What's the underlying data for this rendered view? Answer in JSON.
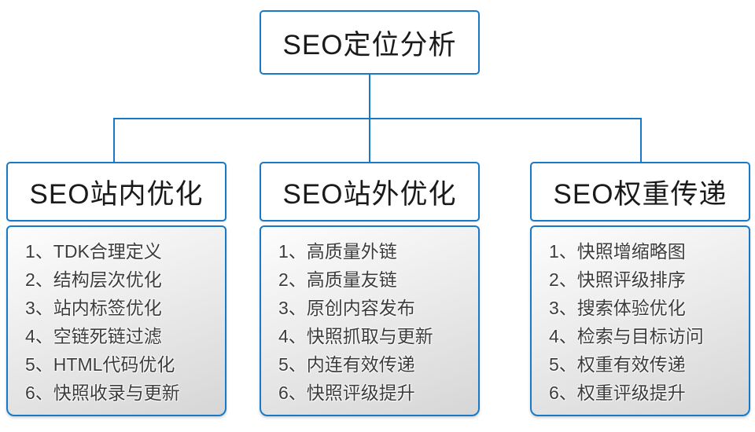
{
  "diagram": {
    "root": {
      "label": "SEO定位分析"
    },
    "branches": [
      {
        "title": "SEO站内优化",
        "items": [
          "1、TDK合理定义",
          "2、结构层次优化",
          "3、站内标签优化",
          "4、空链死链过滤",
          "5、HTML代码优化",
          "6、快照收录与更新"
        ]
      },
      {
        "title": "SEO站外优化",
        "items": [
          "1、高质量外链",
          "2、高质量友链",
          "3、原创内容发布",
          "4、快照抓取与更新",
          "5、内连有效传递",
          "6、快照评级提升"
        ]
      },
      {
        "title": "SEO权重传递",
        "items": [
          "1、快照增缩略图",
          "2、快照评级排序",
          "3、搜索体验优化",
          "4、检索与目标访问",
          "5、权重有效传递",
          "6、权重评级提升"
        ]
      }
    ],
    "colors": {
      "line": "#1779c8",
      "heading_text": "#1a1a1a",
      "list_text": "#3c3c3c"
    }
  }
}
